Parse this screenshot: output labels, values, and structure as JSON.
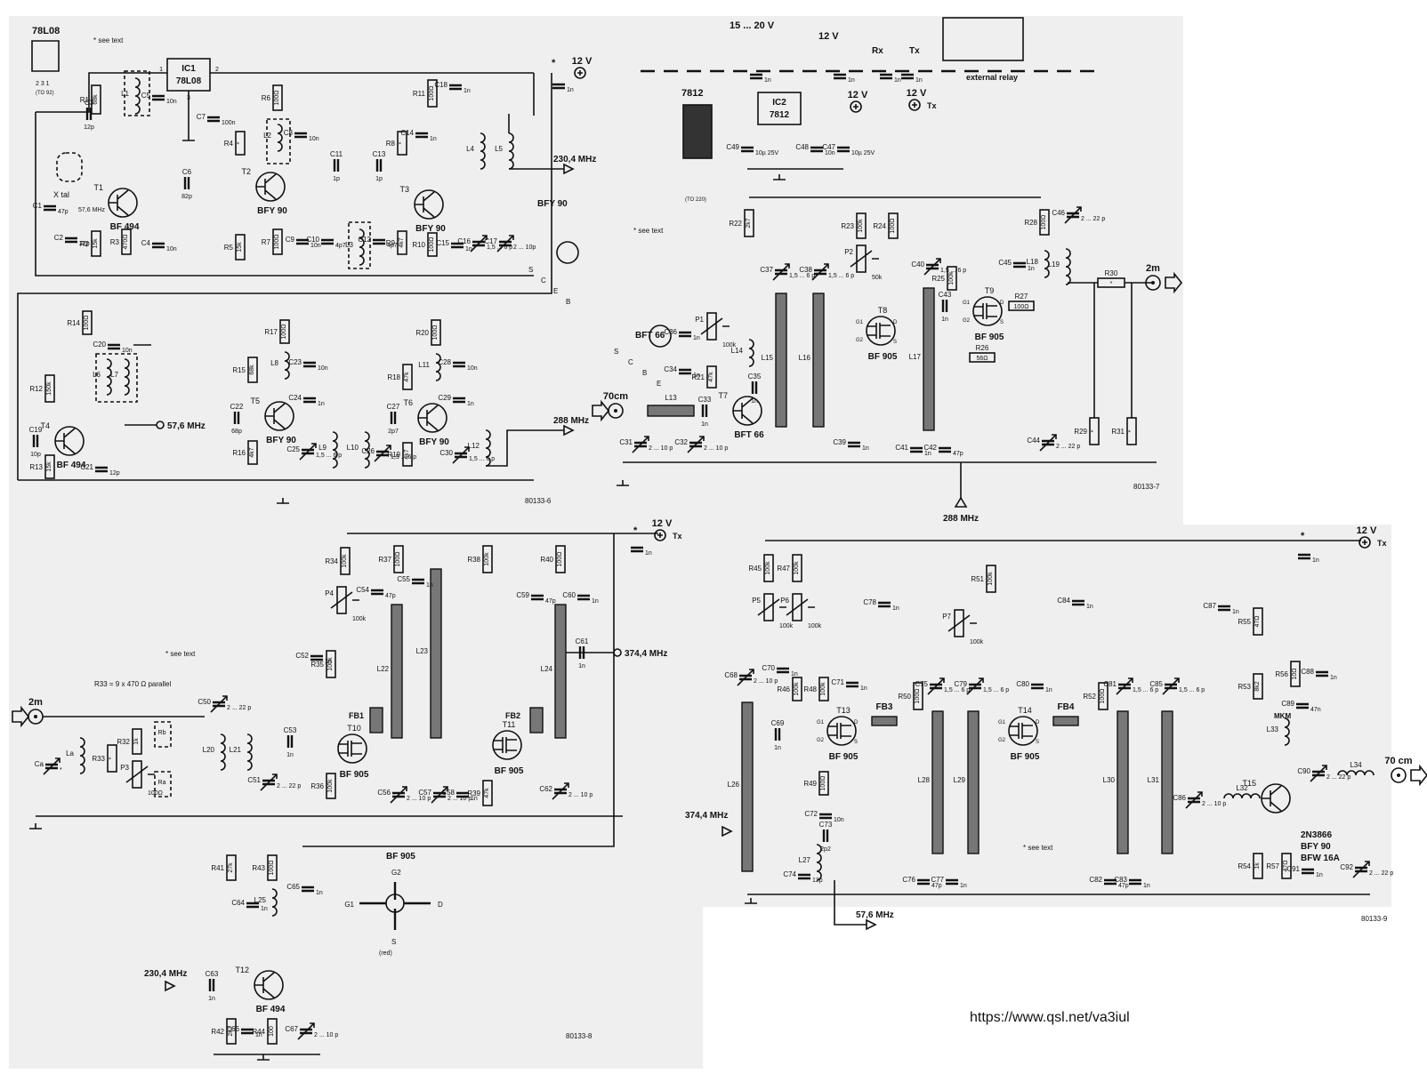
{
  "common": {
    "see_text": "* see text",
    "asterisk": "*"
  },
  "url": "https://www.qsl.net/va3iul",
  "panel_tl": {
    "fig": "80133-6",
    "reg": "78L08",
    "reg_pkg": "(TO 92)",
    "reg_pins": "2 3 1",
    "supply": "12 V",
    "ic": {
      "ref": "IC1",
      "part": "78L08",
      "pin1": "1",
      "pin2": "2",
      "pin3": "3"
    },
    "xtal": {
      "ref": "X tal",
      "freq": "57,6 MHz"
    },
    "out1": "230,4 MHz",
    "out2": "57,6 MHz",
    "out3": "288 MHz",
    "bfy90_pinout": {
      "title": "BFY 90",
      "pins": [
        "S",
        "C",
        "E",
        "B"
      ]
    },
    "transistors": [
      {
        "ref": "T1",
        "type": "BF 494"
      },
      {
        "ref": "T2",
        "type": "BFY 90"
      },
      {
        "ref": "T3",
        "type": "BFY 90"
      },
      {
        "ref": "T4",
        "type": "BF 494"
      },
      {
        "ref": "T5",
        "type": "BFY 90"
      },
      {
        "ref": "T6",
        "type": "BFY 90"
      }
    ],
    "parts": [
      {
        "ref": "R1",
        "val": "68k"
      },
      {
        "ref": "R2",
        "val": "15k"
      },
      {
        "ref": "R3",
        "val": "470Ω"
      },
      {
        "ref": "R4",
        "val": "*"
      },
      {
        "ref": "R5",
        "val": "15k"
      },
      {
        "ref": "R6",
        "val": "100Ω"
      },
      {
        "ref": "R7",
        "val": "100Ω"
      },
      {
        "ref": "R8",
        "val": "*"
      },
      {
        "ref": "R9",
        "val": "4k7"
      },
      {
        "ref": "R10",
        "val": "100Ω"
      },
      {
        "ref": "R11",
        "val": "100Ω"
      },
      {
        "ref": "R12",
        "val": "150k"
      },
      {
        "ref": "R13",
        "val": "15k"
      },
      {
        "ref": "R14",
        "val": "100Ω"
      },
      {
        "ref": "R15",
        "val": "68k"
      },
      {
        "ref": "R16",
        "val": "4k7"
      },
      {
        "ref": "R17",
        "val": "100Ω"
      },
      {
        "ref": "R18",
        "val": "47k"
      },
      {
        "ref": "R19",
        "val": "4k7"
      },
      {
        "ref": "R20",
        "val": "100Ω"
      },
      {
        "ref": "C1",
        "val": "47p"
      },
      {
        "ref": "C2",
        "val": "22p"
      },
      {
        "ref": "C3",
        "val": "12p"
      },
      {
        "ref": "C4",
        "val": "10n"
      },
      {
        "ref": "C5",
        "val": "10n"
      },
      {
        "ref": "C6",
        "val": "82p"
      },
      {
        "ref": "C7",
        "val": "100n"
      },
      {
        "ref": "C8",
        "val": "10n"
      },
      {
        "ref": "C9",
        "val": "10n"
      },
      {
        "ref": "C10",
        "val": "4p7"
      },
      {
        "ref": "C11",
        "val": "1p"
      },
      {
        "ref": "C12",
        "val": "4p7"
      },
      {
        "ref": "C13",
        "val": "1p"
      },
      {
        "ref": "C14",
        "val": "1n"
      },
      {
        "ref": "C15",
        "val": "1n"
      },
      {
        "ref": "C16",
        "val": "1,5 ... 6 p"
      },
      {
        "ref": "C17",
        "val": "2 ... 10p"
      },
      {
        "ref": "C18",
        "val": "1n"
      },
      {
        "ref": "C19",
        "val": "10p"
      },
      {
        "ref": "C20",
        "val": "10n"
      },
      {
        "ref": "C21",
        "val": "12p"
      },
      {
        "ref": "C22",
        "val": "68p"
      },
      {
        "ref": "C23",
        "val": "10n"
      },
      {
        "ref": "C24",
        "val": "1n"
      },
      {
        "ref": "C25",
        "val": "1,5 ... 6 p"
      },
      {
        "ref": "C26",
        "val": "1,5 ... 6 p"
      },
      {
        "ref": "C27",
        "val": "2p7"
      },
      {
        "ref": "C28",
        "val": "10n"
      },
      {
        "ref": "C29",
        "val": "1n"
      },
      {
        "ref": "C30",
        "val": "1,5 ... 6 p"
      }
    ],
    "inductors": [
      "L1",
      "L2",
      "L3",
      "L4",
      "L5",
      "L6",
      "L7",
      "L8",
      "L9",
      "L10",
      "L11",
      "L12"
    ]
  },
  "panel_tr": {
    "fig": "80133-7",
    "supply_in": "15 ... 20 V",
    "supply_12": "12 V",
    "rx": "Rx",
    "tx": "Tx",
    "relay": "external relay",
    "reg": "7812",
    "reg_pkg": "(TO 220)",
    "ic": {
      "ref": "IC2",
      "part": "7812"
    },
    "ant_in": "70cm",
    "ant_out": "2m",
    "if_in": "288 MHz",
    "bft66_pinout": {
      "title": "BFT 66",
      "pins": [
        "S",
        "C",
        "B",
        "E"
      ]
    },
    "transistors": [
      {
        "ref": "T7",
        "type": "BFT 66"
      },
      {
        "ref": "T8",
        "type": "BF 905"
      },
      {
        "ref": "T9",
        "type": "BF 905"
      }
    ],
    "fet_pins": [
      "G1",
      "G2",
      "S",
      "D"
    ],
    "parts": [
      {
        "ref": "R21",
        "val": "47k"
      },
      {
        "ref": "R22",
        "val": "2k7"
      },
      {
        "ref": "R23",
        "val": "100k"
      },
      {
        "ref": "R24",
        "val": "100Ω"
      },
      {
        "ref": "R25",
        "val": "100k"
      },
      {
        "ref": "R26",
        "val": "56Ω"
      },
      {
        "ref": "R27",
        "val": "100Ω"
      },
      {
        "ref": "R28",
        "val": "100Ω"
      },
      {
        "ref": "R29",
        "val": "*"
      },
      {
        "ref": "R30",
        "val": "*"
      },
      {
        "ref": "R31",
        "val": "*"
      },
      {
        "ref": "P1",
        "val": "100k"
      },
      {
        "ref": "P2",
        "val": "50k"
      },
      {
        "ref": "C31",
        "val": "2 ... 10 p"
      },
      {
        "ref": "C32",
        "val": "2 ... 10 p"
      },
      {
        "ref": "C33",
        "val": "1n"
      },
      {
        "ref": "C34",
        "val": "1n"
      },
      {
        "ref": "C35",
        "val": "1n"
      },
      {
        "ref": "C36",
        "val": "1n"
      },
      {
        "ref": "C37",
        "val": "1,5 ... 6 p"
      },
      {
        "ref": "C38",
        "val": "1,5 ... 6 p"
      },
      {
        "ref": "C39",
        "val": "1n"
      },
      {
        "ref": "C40",
        "val": "1,5 ... 6 p"
      },
      {
        "ref": "C41",
        "val": "1n"
      },
      {
        "ref": "C42",
        "val": "47p"
      },
      {
        "ref": "C43",
        "val": "1n"
      },
      {
        "ref": "C44",
        "val": "2 ... 22 p"
      },
      {
        "ref": "C45",
        "val": "1n"
      },
      {
        "ref": "C46",
        "val": "2 ... 22 p"
      },
      {
        "ref": "C47",
        "val": "10µ 25V"
      },
      {
        "ref": "C48",
        "val": "10n"
      },
      {
        "ref": "C49",
        "val": "10µ 25V"
      }
    ],
    "inductors": [
      "L13",
      "L14",
      "L15",
      "L16",
      "L17",
      "L18",
      "L19"
    ]
  },
  "panel_bl": {
    "fig": "80133-8",
    "ant_in": "2m",
    "supply": "12 V",
    "tx": "Tx",
    "out": "374,4 MHz",
    "lo_in": "230,4 MHz",
    "r33_note": "R33 = 9 x 470 Ω parallel",
    "bf905_pinout": {
      "title": "BF 905",
      "g2": "G2",
      "g1": "G1",
      "d": "D",
      "s": "S",
      "note": "(red)"
    },
    "transistors": [
      {
        "ref": "T10",
        "type": "BF 905"
      },
      {
        "ref": "T11",
        "type": "BF 905"
      },
      {
        "ref": "T12",
        "type": "BF 494"
      }
    ],
    "ferrites": [
      "FB1",
      "FB2"
    ],
    "parts": [
      {
        "ref": "Ca",
        "val": "*"
      },
      {
        "ref": "La",
        "val": "*"
      },
      {
        "ref": "Rb",
        "val": "*"
      },
      {
        "ref": "Ra",
        "val": "*"
      },
      {
        "ref": "R32",
        "val": "1k"
      },
      {
        "ref": "R33",
        "val": "*"
      },
      {
        "ref": "P3",
        "val": "100Ω"
      },
      {
        "ref": "R34",
        "val": "100k"
      },
      {
        "ref": "R35",
        "val": "100k"
      },
      {
        "ref": "R36",
        "val": "100k"
      },
      {
        "ref": "R37",
        "val": "100Ω"
      },
      {
        "ref": "R38",
        "val": "100k"
      },
      {
        "ref": "R39",
        "val": "47k"
      },
      {
        "ref": "R40",
        "val": "100Ω"
      },
      {
        "ref": "R41",
        "val": "27k"
      },
      {
        "ref": "R42",
        "val": "2k2"
      },
      {
        "ref": "R43",
        "val": "100Ω"
      },
      {
        "ref": "R44",
        "val": "100"
      },
      {
        "ref": "P4",
        "val": "100k"
      },
      {
        "ref": "C50",
        "val": "2 ... 22 p"
      },
      {
        "ref": "C51",
        "val": "2 ... 22 p"
      },
      {
        "ref": "C52",
        "val": "1n"
      },
      {
        "ref": "C53",
        "val": "1n"
      },
      {
        "ref": "C54",
        "val": "47p"
      },
      {
        "ref": "C55",
        "val": "1n"
      },
      {
        "ref": "C56",
        "val": "2 ... 10 p"
      },
      {
        "ref": "C57",
        "val": "2 ... 10 p"
      },
      {
        "ref": "C58",
        "val": "1n"
      },
      {
        "ref": "C59",
        "val": "47p"
      },
      {
        "ref": "C60",
        "val": "1n"
      },
      {
        "ref": "C61",
        "val": "1n"
      },
      {
        "ref": "C62",
        "val": "2 ... 10 p"
      },
      {
        "ref": "C63",
        "val": "1n"
      },
      {
        "ref": "C64",
        "val": "1n"
      },
      {
        "ref": "C65",
        "val": "1n"
      },
      {
        "ref": "C66",
        "val": "1n"
      },
      {
        "ref": "C67",
        "val": "2 ... 10 p"
      }
    ],
    "inductors": [
      "L20",
      "L21",
      "L22",
      "L23",
      "L24",
      "L25"
    ]
  },
  "panel_br": {
    "fig": "80133-9",
    "supply": "12 V",
    "tx": "Tx",
    "in": "374,4 MHz",
    "lo_out": "57,6 MHz",
    "ant_out": "70 cm",
    "t15_types": [
      "2N3866",
      "BFY 90",
      "BFW 16A"
    ],
    "mkm": "MKM",
    "transistors": [
      {
        "ref": "T13",
        "type": "BF 905"
      },
      {
        "ref": "T14",
        "type": "BF 905"
      },
      {
        "ref": "T15",
        "type": ""
      }
    ],
    "ferrites": [
      "FB3",
      "FB4"
    ],
    "parts": [
      {
        "ref": "R45",
        "val": "100k"
      },
      {
        "ref": "R46",
        "val": "100k"
      },
      {
        "ref": "R47",
        "val": "100k"
      },
      {
        "ref": "R48",
        "val": "100k"
      },
      {
        "ref": "R49",
        "val": "100Ω"
      },
      {
        "ref": "R50",
        "val": "100Ω"
      },
      {
        "ref": "R51",
        "val": "100k"
      },
      {
        "ref": "R52",
        "val": "100Ω"
      },
      {
        "ref": "R53",
        "val": "8k2"
      },
      {
        "ref": "R54",
        "val": "1k"
      },
      {
        "ref": "R55",
        "val": "47Ω"
      },
      {
        "ref": "R56",
        "val": "10Ω"
      },
      {
        "ref": "R57",
        "val": "47Ω"
      },
      {
        "ref": "P5",
        "val": "100k"
      },
      {
        "ref": "P6",
        "val": "100k"
      },
      {
        "ref": "P7",
        "val": "100k"
      },
      {
        "ref": "C68",
        "val": "2 ... 10 p"
      },
      {
        "ref": "C69",
        "val": "1n"
      },
      {
        "ref": "C70",
        "val": "1n"
      },
      {
        "ref": "C71",
        "val": "1n"
      },
      {
        "ref": "C72",
        "val": "10n"
      },
      {
        "ref": "C73",
        "val": "2p2"
      },
      {
        "ref": "C74",
        "val": "12p"
      },
      {
        "ref": "C75",
        "val": "1,5 ... 6 p"
      },
      {
        "ref": "C76",
        "val": "47p"
      },
      {
        "ref": "C77",
        "val": "1n"
      },
      {
        "ref": "C78",
        "val": "1n"
      },
      {
        "ref": "C79",
        "val": "1,5 ... 6 p"
      },
      {
        "ref": "C80",
        "val": "1n"
      },
      {
        "ref": "C81",
        "val": "1,5 ... 6 p"
      },
      {
        "ref": "C82",
        "val": "47p"
      },
      {
        "ref": "C83",
        "val": "1n"
      },
      {
        "ref": "C84",
        "val": "1n"
      },
      {
        "ref": "C85",
        "val": "1,5 ... 6 p"
      },
      {
        "ref": "C86",
        "val": "2 ... 10 p"
      },
      {
        "ref": "C87",
        "val": "1n"
      },
      {
        "ref": "C88",
        "val": "1n"
      },
      {
        "ref": "C89",
        "val": "47n"
      },
      {
        "ref": "C90",
        "val": "2 ... 22 p"
      },
      {
        "ref": "C91",
        "val": "1n"
      },
      {
        "ref": "C92",
        "val": "2 ... 22 p"
      }
    ],
    "inductors": [
      "L26",
      "L27",
      "L28",
      "L29",
      "L30",
      "L31",
      "L32",
      "L33",
      "L34"
    ]
  }
}
